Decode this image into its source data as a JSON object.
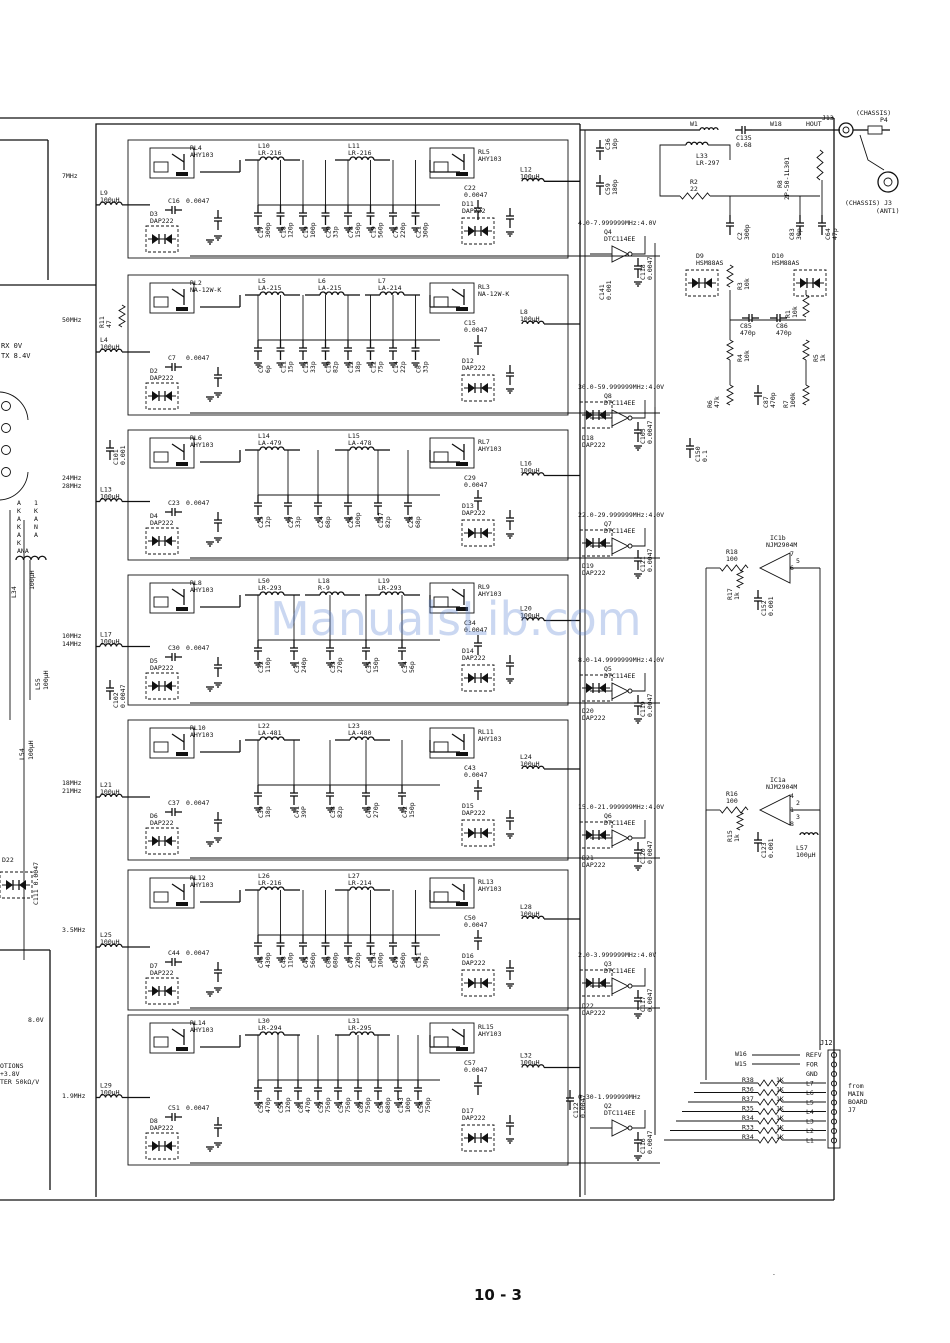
{
  "page_number": "10 - 3",
  "watermark": "ManualsLib.com",
  "left_fragment": {
    "rx_line": "RX 0V",
    "tx_line": "TX 8.4V",
    "conn_labels": [
      "A",
      "K",
      "A",
      "K",
      "A",
      "K",
      "ANA"
    ],
    "inductor_labels": [
      "L34",
      "L54",
      "L55"
    ],
    "inductor_values": [
      "100µH",
      "100µH",
      "100µH"
    ],
    "side_text": [
      "1",
      "K",
      "A",
      "N",
      "A"
    ],
    "supply": "8.0V",
    "c111": "C111 0.0047",
    "d_lbl": "D22",
    "notes": [
      "OTIONS",
      "+3.8V",
      "TER 50kΩ/V"
    ]
  },
  "bands": [
    "7MHz",
    "50MHz",
    "24MHz 28MHz",
    "10MHz 14MHz",
    "18MHz 21MHz",
    "3.5MHz",
    "1.9MHz"
  ],
  "relays": [
    {
      "ref": "RL4",
      "part": "AHY103"
    },
    {
      "ref": "RL5",
      "part": "AHY103"
    },
    {
      "ref": "RL2",
      "part": "NA-12W-K"
    },
    {
      "ref": "RL3",
      "part": "NA-12W-K"
    },
    {
      "ref": "RL6",
      "part": "AHY103"
    },
    {
      "ref": "RL7",
      "part": "AHY103"
    },
    {
      "ref": "RL8",
      "part": "AHY103"
    },
    {
      "ref": "RL9",
      "part": "AHY103"
    },
    {
      "ref": "RL10",
      "part": "AHY103"
    },
    {
      "ref": "RL11",
      "part": "AHY103"
    },
    {
      "ref": "RL12",
      "part": "AHY103"
    },
    {
      "ref": "RL13",
      "part": "AHY103"
    },
    {
      "ref": "RL14",
      "part": "AHY103"
    },
    {
      "ref": "RL15",
      "part": "AHY103"
    }
  ],
  "filter_inductors": [
    {
      "ref": "L10",
      "part": "LR-216"
    },
    {
      "ref": "L11",
      "part": "LR-216"
    },
    {
      "ref": "L5",
      "part": "LA-215"
    },
    {
      "ref": "L6",
      "part": "LA-215"
    },
    {
      "ref": "L7",
      "part": "LA-214"
    },
    {
      "ref": "L14",
      "part": "LA-479"
    },
    {
      "ref": "L15",
      "part": "LA-478"
    },
    {
      "ref": "L50",
      "part": "LR-293"
    },
    {
      "ref": "L18",
      "part": "R-9"
    },
    {
      "ref": "L19",
      "part": "LR-293"
    },
    {
      "ref": "L22",
      "part": "LA-481"
    },
    {
      "ref": "L23",
      "part": "LA-480"
    },
    {
      "ref": "L26",
      "part": "LR-216"
    },
    {
      "ref": "L27",
      "part": "LR-214"
    },
    {
      "ref": "L30",
      "part": "LR-294"
    },
    {
      "ref": "L31",
      "part": "LR-295"
    }
  ],
  "rf_chokes": [
    {
      "ref": "L9",
      "val": "100µH"
    },
    {
      "ref": "L4",
      "val": "100µH"
    },
    {
      "ref": "L13",
      "val": "100µH"
    },
    {
      "ref": "L17",
      "val": "100µH"
    },
    {
      "ref": "L21",
      "val": "100µH"
    },
    {
      "ref": "L25",
      "val": "100µH"
    },
    {
      "ref": "L29",
      "val": "100µH"
    },
    {
      "ref": "L12",
      "val": "100µH"
    },
    {
      "ref": "L8",
      "val": "100µH"
    },
    {
      "ref": "L16",
      "val": "100µH"
    },
    {
      "ref": "L20",
      "val": "100µH"
    },
    {
      "ref": "L24",
      "val": "100µH"
    },
    {
      "ref": "L28",
      "val": "100µH"
    },
    {
      "ref": "L32",
      "val": "100µH"
    }
  ],
  "diode_pairs": [
    {
      "ref": "D3",
      "part": "DAP222",
      "cap": "C16 0.0047"
    },
    {
      "ref": "D11",
      "part": "DAP222",
      "cap": "C22 0.0047"
    },
    {
      "ref": "D2",
      "part": "DAP222",
      "cap": "C7 0.0047"
    },
    {
      "ref": "D12",
      "part": "DAP222",
      "cap": "C15 0.0047"
    },
    {
      "ref": "D4",
      "part": "DAP222",
      "cap": "C23 0.0047"
    },
    {
      "ref": "D13",
      "part": "DAP222",
      "cap": "C29 0.0047"
    },
    {
      "ref": "D5",
      "part": "DAP222",
      "cap": "C30 0.0047"
    },
    {
      "ref": "D14",
      "part": "DAP222",
      "cap": "C34 0.0047"
    },
    {
      "ref": "D6",
      "part": "DAP222",
      "cap": "C37 0.0047"
    },
    {
      "ref": "D15",
      "part": "DAP222",
      "cap": "C43 0.0047"
    },
    {
      "ref": "D7",
      "part": "DAP222",
      "cap": "C44 0.0047"
    },
    {
      "ref": "D16",
      "part": "DAP222",
      "cap": "C50 0.0047"
    },
    {
      "ref": "D8",
      "part": "DAP222",
      "cap": "C51 0.0047"
    },
    {
      "ref": "D17",
      "part": "DAP222",
      "cap": "C57 0.0047"
    }
  ],
  "filter_caps": [
    [
      "C17 300p",
      "C18 120p",
      "C19 100p",
      "C20 33p",
      "C78 150p",
      "C19 560p",
      "C76 220p",
      "C21 300p"
    ],
    [
      "C9 6p",
      "C11 15p",
      "C13 33p",
      "C10 82p",
      "C12 18p",
      "C12 75p",
      "C14 22p",
      "C8 33p"
    ],
    [
      "C25 12p",
      "C27 33p",
      "C24 68p",
      "C26 100p",
      "C137 82p",
      "C28 68p"
    ],
    [
      "C32 110p",
      "C31 240p",
      "C33 270p",
      "C35 150p",
      "C34 56p"
    ],
    [
      "C39 18p",
      "C41 39P",
      "C38 82p",
      "C40 270p",
      "C42 150p"
    ],
    [
      "C46 430p",
      "C48 110p",
      "C45 560p",
      "C80 680p",
      "C47 220p",
      "C134 100p",
      "C49 560p",
      "C151 30p"
    ],
    [
      "C53 470p",
      "C55 120p",
      "C81 470p",
      "C52 750p",
      "C54 750p",
      "C82 750p",
      "C56 680p",
      "C143 100p",
      "C58 750p"
    ]
  ],
  "control_rows": [
    {
      "range": "4.0-7.999999MHz:4.0V",
      "q": "Q4",
      "part": "DTC114EE",
      "c": "C118 0.0047"
    },
    {
      "range": "30.0-59.999999MHz:4.0V",
      "q": "Q8",
      "part": "DTC114EE",
      "c": "C105 0.0047",
      "d": "D18",
      "dpart": "DAP222"
    },
    {
      "range": "22.0-29.999999MHz:4.0V",
      "q": "Q7",
      "part": "DTC114EE",
      "c": "C121 0.0047",
      "d": "D19",
      "dpart": "DAP222"
    },
    {
      "range": "8.0-14.9999999MHz:4.0V",
      "q": "Q5",
      "part": "DTC114EE",
      "c": "C119 0.0047",
      "d": "D20",
      "dpart": "DAP222"
    },
    {
      "range": "15.0-21.999999MHz:4.0V",
      "q": "Q6",
      "part": "DTC114EE",
      "c": "C120 0.0047",
      "d": "D21",
      "dpart": "DAP222"
    },
    {
      "range": "2.0-3.999999MHz:4.0V",
      "q": "Q3",
      "part": "DTC114EE",
      "c": "C117 0.0047",
      "d": "D22",
      "dpart": "DAP222"
    },
    {
      "range": "0.30-1.999999MHz",
      "q": "Q2",
      "part": "DTC114EE",
      "c": "C116 0.0047"
    }
  ],
  "output": {
    "w1": "W1",
    "c135": "C135 0.68",
    "w18": "W18",
    "hout": "HOUT",
    "j13": "J13",
    "chassis": "(CHASSIS)",
    "p4": "P4",
    "j3": "(CHASSIS) J3",
    "ant1": "(ANT1)",
    "c36": "C36 10p",
    "c59": "C59 180p",
    "l33": "L33 LR-297",
    "r2": "R2 22",
    "r8": "R8 2P-50-1L301",
    "c2": "C2 300p",
    "c83": "C83 30p",
    "c64": "C64 47p",
    "c141": "C141 0.001",
    "d9": "D9 HSM88AS",
    "d10": "D10 HSM88AS",
    "r3": "R3 10k",
    "r1": "R1 10k",
    "c85": "C85 470p",
    "c86": "C86 470p",
    "r4": "R4 10k",
    "r5": "R5 1k",
    "r6": "R6 47k",
    "c87": "C87 470p",
    "r7": "R7 100k",
    "c150": "C150 0.1",
    "r11": "R11 47",
    "c101": "C101 0.001",
    "c102": "C102 0.0047",
    "c122": "C122 0.0047"
  },
  "opamps": [
    {
      "ref": "IC1b",
      "part": "NJM2904M",
      "r_in": "R18 100",
      "r_fb": "R17 1k",
      "c": "C152 0.001",
      "pins": [
        "7",
        "5",
        "6"
      ]
    },
    {
      "ref": "IC1a",
      "part": "NJM2904M",
      "r_in": "R16 100",
      "r_fb": "R15 1k",
      "c": "C123 0.001",
      "l": "L57 100µH",
      "pins": [
        "4",
        "2",
        "1",
        "3",
        "8"
      ]
    }
  ],
  "connector": {
    "ref": "J12",
    "pins": [
      "REFV",
      "FOR",
      "GND",
      "L7",
      "L6",
      "L5",
      "L4",
      "L3",
      "L2",
      "L1"
    ],
    "wires": [
      "W16",
      "W15"
    ],
    "resistors": [
      {
        "ref": "R38",
        "val": "1K"
      },
      {
        "ref": "R36",
        "val": "1K"
      },
      {
        "ref": "R37",
        "val": "1K"
      },
      {
        "ref": "R35",
        "val": "1K"
      },
      {
        "ref": "R34",
        "val": "1K"
      },
      {
        "ref": "R33",
        "val": "1K"
      },
      {
        "ref": "R34",
        "val": "1K"
      }
    ],
    "from": [
      "from",
      "MAIN",
      "BOARD",
      "J7"
    ]
  }
}
